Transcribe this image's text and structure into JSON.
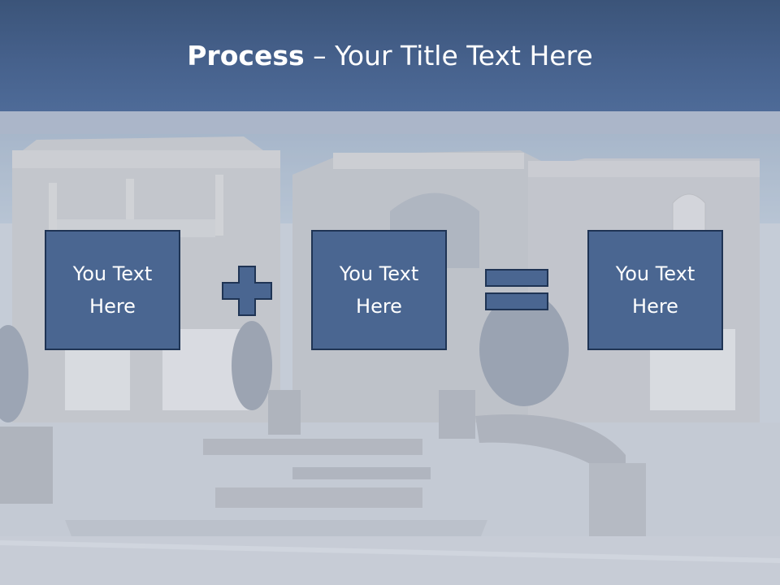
{
  "slide": {
    "title_bold": "Process",
    "title_rest": " – Your Title Text Here",
    "boxes": [
      {
        "text": "You Text Here"
      },
      {
        "text": "You Text Here"
      },
      {
        "text": "You Text Here"
      }
    ],
    "operators": [
      "plus-icon",
      "equals-icon"
    ],
    "colors": {
      "header": "#46618c",
      "box_fill": "#4a6691",
      "box_border": "#1f3454",
      "text": "#ffffff"
    }
  }
}
